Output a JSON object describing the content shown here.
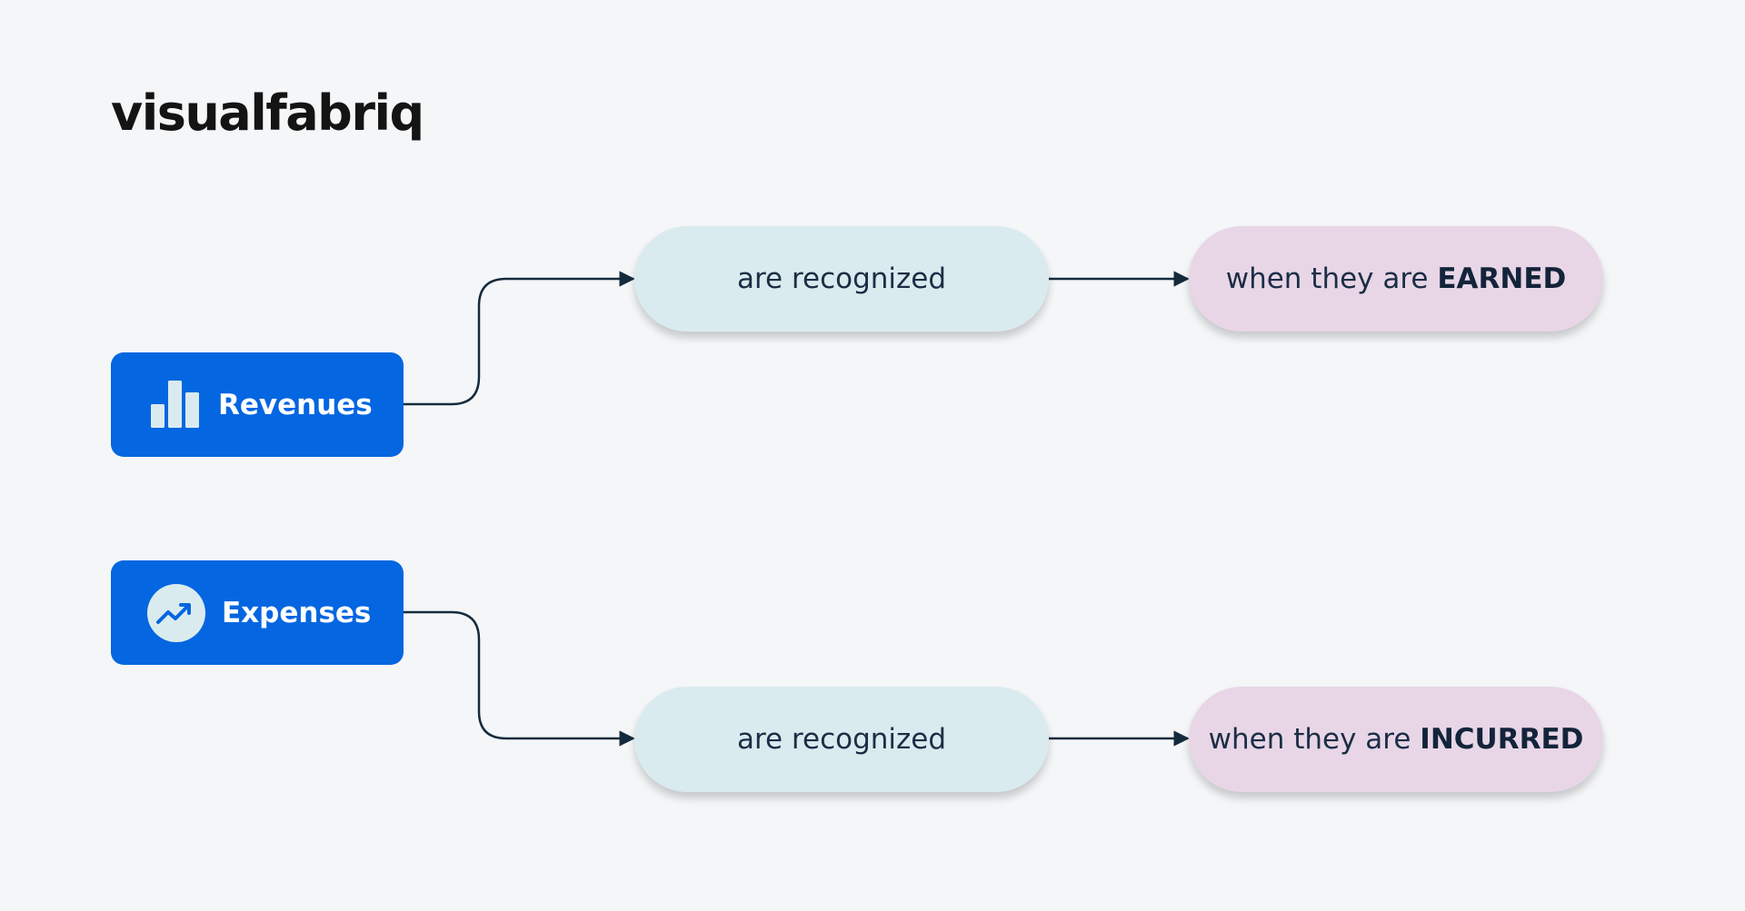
{
  "logo": {
    "text": "visualfabriq"
  },
  "colors": {
    "background": "#f4f6f8",
    "box": "#0466e0",
    "pill_recognized": "#daebef",
    "pill_condition": "#e8d6e7",
    "connector": "#142b3c",
    "text_dark": "#1b2e45"
  },
  "flows": [
    {
      "source": {
        "label": "Revenues",
        "icon": "bar-chart-icon"
      },
      "step": {
        "text": "are recognized"
      },
      "condition": {
        "prefix": "when they are",
        "keyword": "EARNED"
      }
    },
    {
      "source": {
        "label": "Expenses",
        "icon": "trending-up-icon"
      },
      "step": {
        "text": "are recognized"
      },
      "condition": {
        "prefix": "when they are",
        "keyword": "INCURRED"
      }
    }
  ]
}
